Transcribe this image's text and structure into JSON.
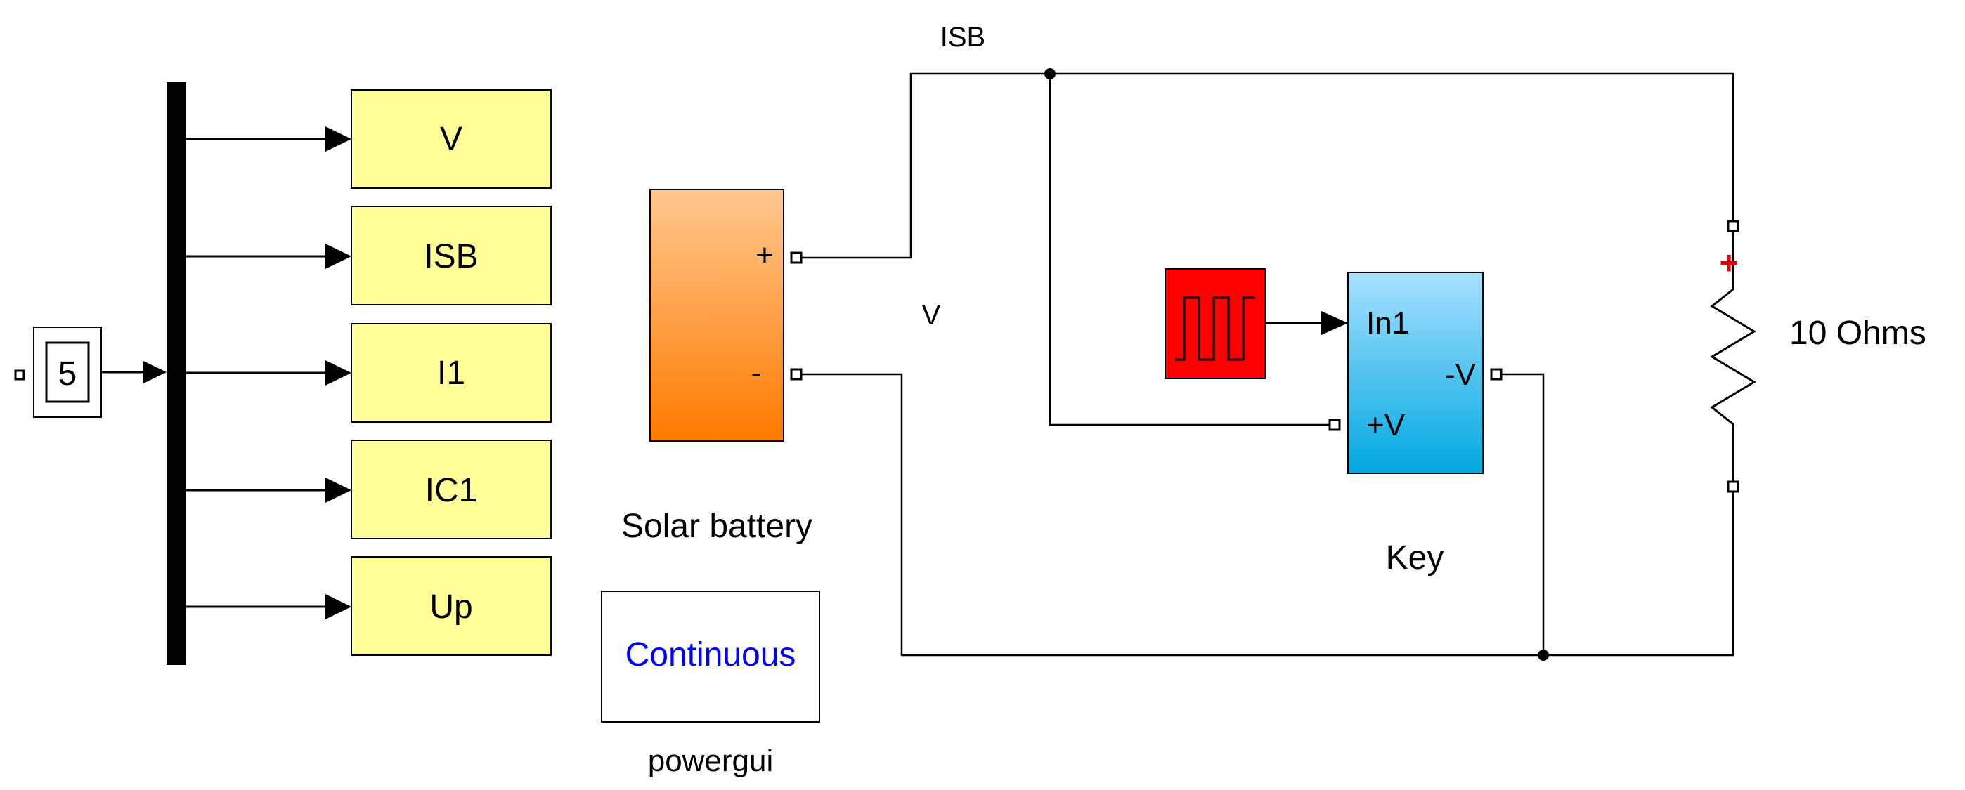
{
  "constant_block": {
    "value": "5"
  },
  "bus_outputs": [
    {
      "label": "V"
    },
    {
      "label": "ISB"
    },
    {
      "label": "I1"
    },
    {
      "label": "IC1"
    },
    {
      "label": "Up"
    }
  ],
  "solar_battery": {
    "name": "Solar battery",
    "plus_port": "+",
    "minus_port": "-"
  },
  "signal_labels": {
    "isb": "ISB",
    "v": "V"
  },
  "key_block": {
    "name": "Key",
    "in1_port": "In1",
    "plus_v_port": "+V",
    "minus_v_port": "-V"
  },
  "resistor": {
    "label": "10 Ohms",
    "polarity": "+"
  },
  "powergui": {
    "mode": "Continuous",
    "name": "powergui"
  },
  "colors": {
    "display_fill": "#ffff99",
    "solar_top": "#ffc890",
    "solar_bottom": "#ff7a00",
    "pulse_fill": "#ff0000",
    "key_top": "#a8e0ff",
    "key_bottom": "#00a8e0",
    "powergui_text": "#0000ff",
    "polarity_mark": "#e00000"
  }
}
